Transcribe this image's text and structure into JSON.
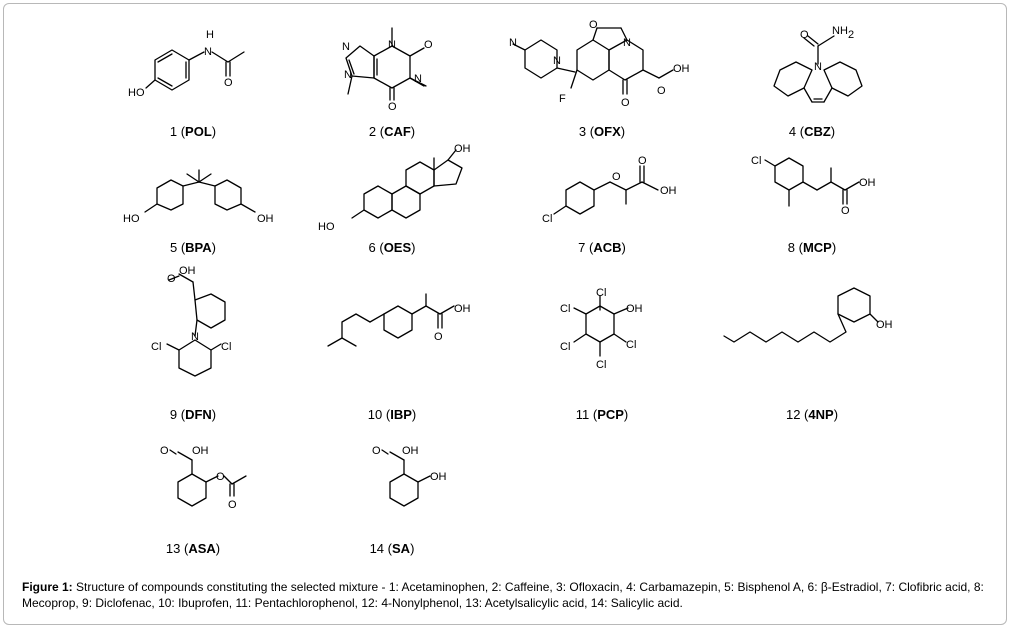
{
  "compounds": [
    {
      "number": "1",
      "abbr": "POL"
    },
    {
      "number": "2",
      "abbr": "CAF"
    },
    {
      "number": "3",
      "abbr": "OFX"
    },
    {
      "number": "4",
      "abbr": "CBZ"
    },
    {
      "number": "5",
      "abbr": "BPA"
    },
    {
      "number": "6",
      "abbr": "OES"
    },
    {
      "number": "7",
      "abbr": "ACB"
    },
    {
      "number": "8",
      "abbr": "MCP"
    },
    {
      "number": "9",
      "abbr": "DFN"
    },
    {
      "number": "10",
      "abbr": "IBP"
    },
    {
      "number": "11",
      "abbr": "PCP"
    },
    {
      "number": "12",
      "abbr": "4NP"
    },
    {
      "number": "13",
      "abbr": "ASA"
    },
    {
      "number": "14",
      "abbr": "SA"
    }
  ],
  "atom_labels": {
    "s1": [
      "H",
      "N",
      "HO",
      "O"
    ],
    "s2": [
      "N",
      "N",
      "N",
      "N",
      "O",
      "O"
    ],
    "s3": [
      "N",
      "N",
      "N",
      "O",
      "F",
      "O",
      "O",
      "OH"
    ],
    "s4": [
      "O",
      "NH",
      "2",
      "N"
    ],
    "s5": [
      "HO",
      "OH"
    ],
    "s6": [
      "OH",
      "HO"
    ],
    "s7": [
      "O",
      "O",
      "OH",
      "Cl"
    ],
    "s8": [
      "Cl",
      "O",
      "OH"
    ],
    "s9": [
      "O",
      "OH",
      "N",
      "Cl",
      "Cl"
    ],
    "s10": [
      "O",
      "OH"
    ],
    "s11": [
      "Cl",
      "OH",
      "Cl",
      "Cl",
      "Cl",
      "Cl"
    ],
    "s12": [
      "OH"
    ],
    "s13": [
      "O",
      "OH",
      "O",
      "O"
    ],
    "s14": [
      "O",
      "OH",
      "OH"
    ]
  },
  "caption": {
    "lead": "Figure 1:",
    "text": " Structure of compounds constituting the selected mixture - 1: Acetaminophen, 2: Caffeine, 3: Ofloxacin, 4: Carbamazepin, 5: Bisphenol A, 6: β-Estradiol, 7: Clofibric acid, 8: Mecoprop, 9: Diclofenac, 10: Ibuprofen, 11: Pentachlorophenol, 12: 4-Nonylphenol, 13: Acetylsalicylic acid, 14: Salicylic acid."
  }
}
